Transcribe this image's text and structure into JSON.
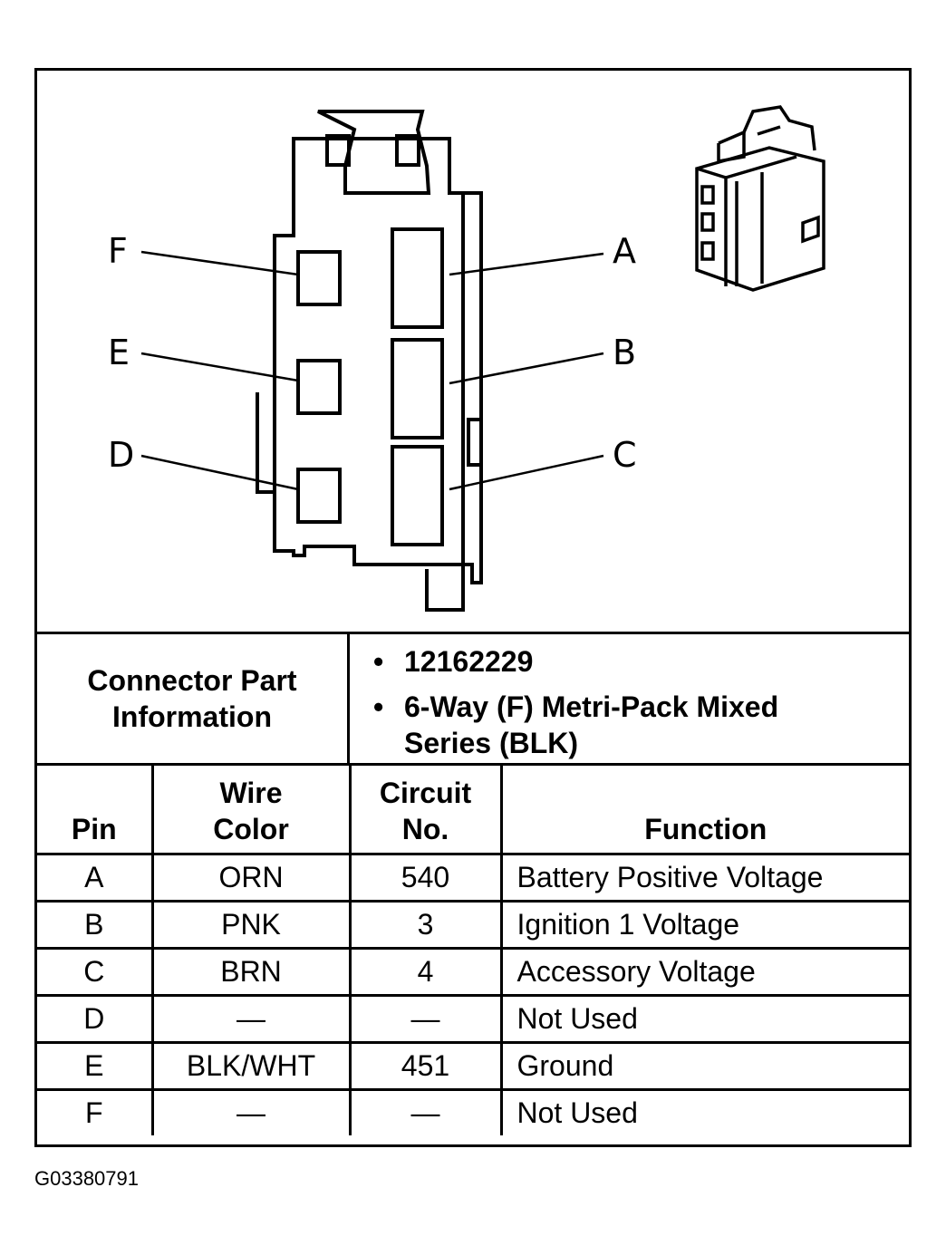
{
  "diagram": {
    "pin_labels": [
      "A",
      "B",
      "C",
      "D",
      "E",
      "F"
    ]
  },
  "connector_info": {
    "label": "Connector Part Information",
    "part_number": "12162229",
    "description": "6-Way (F) Metri-Pack Mixed Series (BLK)"
  },
  "table": {
    "headers": [
      "Pin",
      "Wire Color",
      "Circuit No.",
      "Function"
    ],
    "rows": [
      {
        "pin": "A",
        "wire_color": "ORN",
        "circuit": "540",
        "function": "Battery Positive Voltage"
      },
      {
        "pin": "B",
        "wire_color": "PNK",
        "circuit": "3",
        "function": "Ignition 1 Voltage"
      },
      {
        "pin": "C",
        "wire_color": "BRN",
        "circuit": "4",
        "function": "Accessory Voltage"
      },
      {
        "pin": "D",
        "wire_color": "—",
        "circuit": "—",
        "function": "Not Used"
      },
      {
        "pin": "E",
        "wire_color": "BLK/WHT",
        "circuit": "451",
        "function": "Ground"
      },
      {
        "pin": "F",
        "wire_color": "—",
        "circuit": "—",
        "function": "Not Used"
      }
    ]
  },
  "figure_id": "G03380791"
}
